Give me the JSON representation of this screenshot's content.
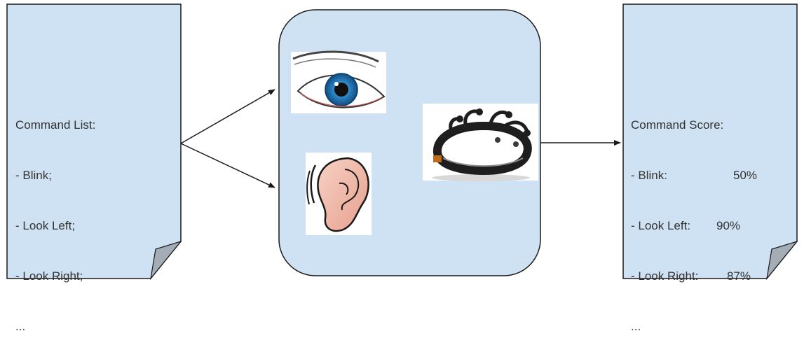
{
  "colors": {
    "box_fill": "#cfe2f3",
    "stroke": "#1a1a1a",
    "fold_fill": "#a4adb5",
    "eye_iris": "#2a7fc0",
    "ear_fill": "#f2c2b5",
    "headset_body": "#1e1e1e",
    "text": "#333333"
  },
  "command_list": {
    "title": "Command List:",
    "items": [
      "- Blink;",
      "- Look Left;",
      "- Look Right;"
    ],
    "ellipsis": "..."
  },
  "inputs": {
    "icons": [
      "eye-icon",
      "ear-icon",
      "eeg-headset-icon"
    ]
  },
  "command_score": {
    "title": "Command Score:",
    "rows": [
      {
        "label": "- Blink:",
        "value": "50%"
      },
      {
        "label": "- Look Left:",
        "value": "90%"
      },
      {
        "label": "- Look Right:",
        "value": "87%"
      }
    ],
    "ellipsis": "..."
  }
}
